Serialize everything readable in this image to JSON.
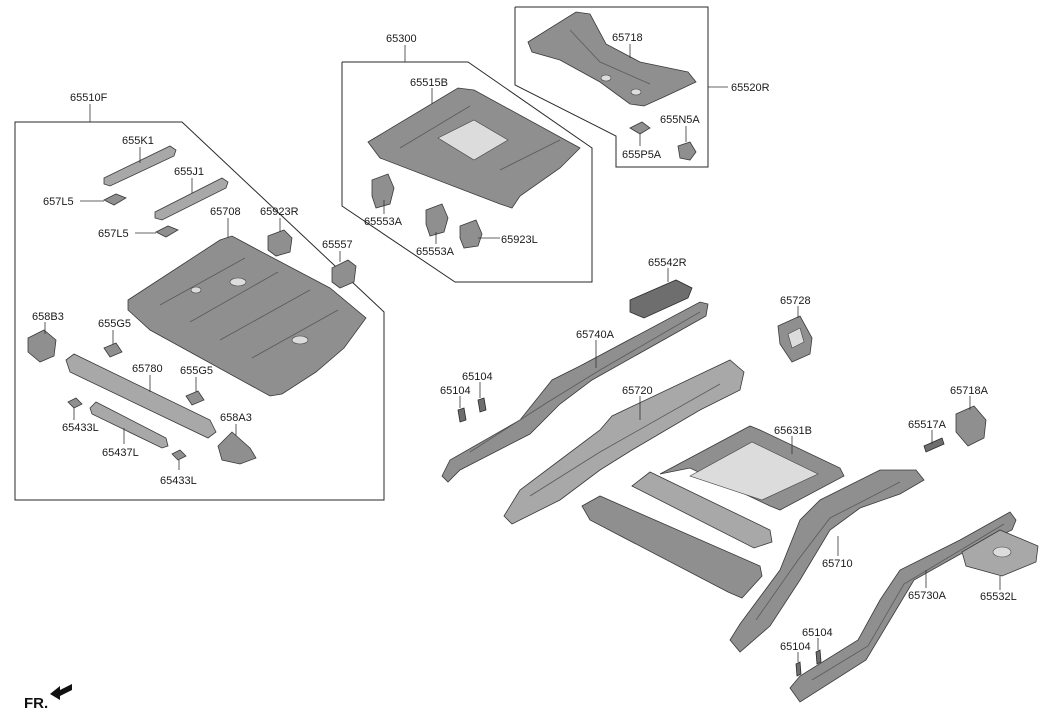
{
  "diagram": {
    "orientation_label": "FR.",
    "groups": {
      "floor_assembly": "65510F",
      "rear_floor_assembly": "65300",
      "rear_cross_assembly": "65520R"
    },
    "parts": {
      "p655K1": "655K1",
      "p655J1": "655J1",
      "p657L5_a": "657L5",
      "p657L5_b": "657L5",
      "p65708": "65708",
      "p65923R": "65923R",
      "p65557": "65557",
      "p658B3": "658B3",
      "p655G5_a": "655G5",
      "p655G5_b": "655G5",
      "p65780": "65780",
      "p65433L_a": "65433L",
      "p65437L": "65437L",
      "p65433L_b": "65433L",
      "p658A3": "658A3",
      "p65515B": "65515B",
      "p65553A_a": "65553A",
      "p65553A_b": "65553A",
      "p65923L": "65923L",
      "p65718": "65718",
      "p655N5A": "655N5A",
      "p655P5A": "655P5A",
      "p65542R": "65542R",
      "p65728": "65728",
      "p65740A": "65740A",
      "p65104_a": "65104",
      "p65104_b": "65104",
      "p65720": "65720",
      "p65631B": "65631B",
      "p65718A": "65718A",
      "p65517A": "65517A",
      "p65710": "65710",
      "p65730A": "65730A",
      "p65532L": "65532L",
      "p65104_c": "65104",
      "p65104_d": "65104"
    }
  }
}
